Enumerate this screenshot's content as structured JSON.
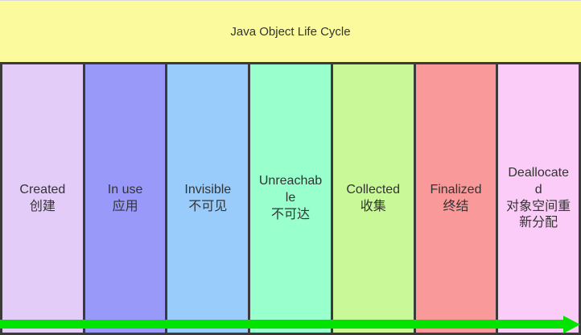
{
  "title": "Java Object Life Cycle",
  "colors": {
    "header_bg": "#FBFB9D",
    "border": "#3B3B3B",
    "text": "#333333",
    "arrow": "#00E400"
  },
  "stages": [
    {
      "en": "Created",
      "zh": "创建",
      "color": "#E3CCF7"
    },
    {
      "en": "In use",
      "zh": "应用",
      "color": "#9999FA"
    },
    {
      "en": "Invisible",
      "zh": "不可见",
      "color": "#99CCFA"
    },
    {
      "en": "Unreachable",
      "zh": "不可达",
      "color": "#99FFCC"
    },
    {
      "en": "Collected",
      "zh": "收集",
      "color": "#C9F899"
    },
    {
      "en": "Finalized",
      "zh": "终结",
      "color": "#FA9999"
    },
    {
      "en": "Deallocated",
      "zh": "对象空间重新分配",
      "color": "#FBCCF7"
    }
  ],
  "arrow": {
    "direction": "right"
  }
}
